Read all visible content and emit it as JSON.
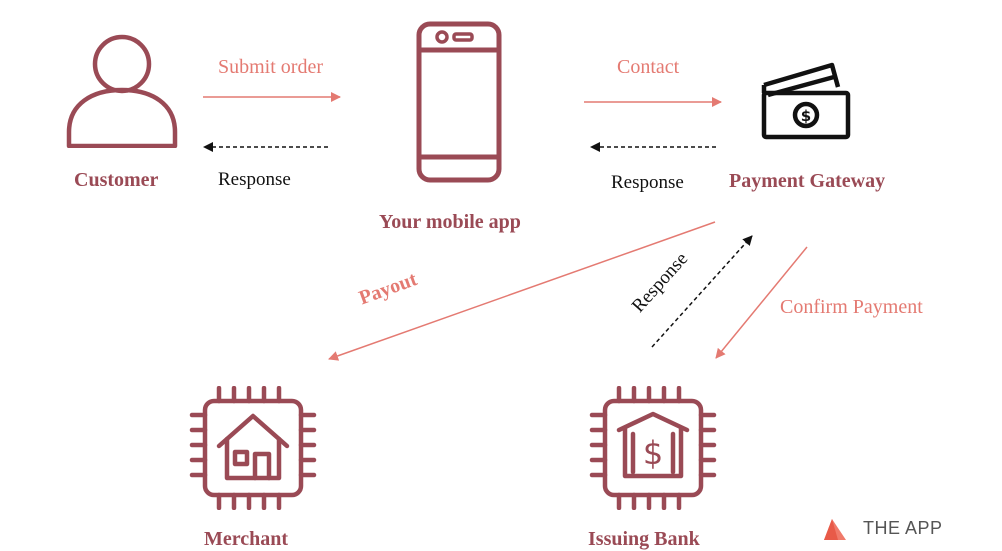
{
  "nodes": {
    "customer": "Customer",
    "mobile_app": "Your mobile app",
    "payment_gateway": "Payment Gateway",
    "merchant": "Merchant",
    "issuing_bank": "Issuing Bank"
  },
  "edges": {
    "submit_order": "Submit order",
    "response_customer": "Response",
    "contact": "Contact",
    "response_app": "Response",
    "payout": "Payout",
    "response_bank": "Response",
    "confirm_payment": "Confirm Payment"
  },
  "brand": {
    "name": "THE APP"
  },
  "colors": {
    "node": "#9a4a55",
    "arrow_red": "#e47a72",
    "arrow_black": "#111111"
  },
  "icons": [
    "user-icon",
    "smartphone-icon",
    "payment-card-icon",
    "merchant-chip-icon",
    "bank-chip-icon",
    "brand-logo-icon"
  ]
}
